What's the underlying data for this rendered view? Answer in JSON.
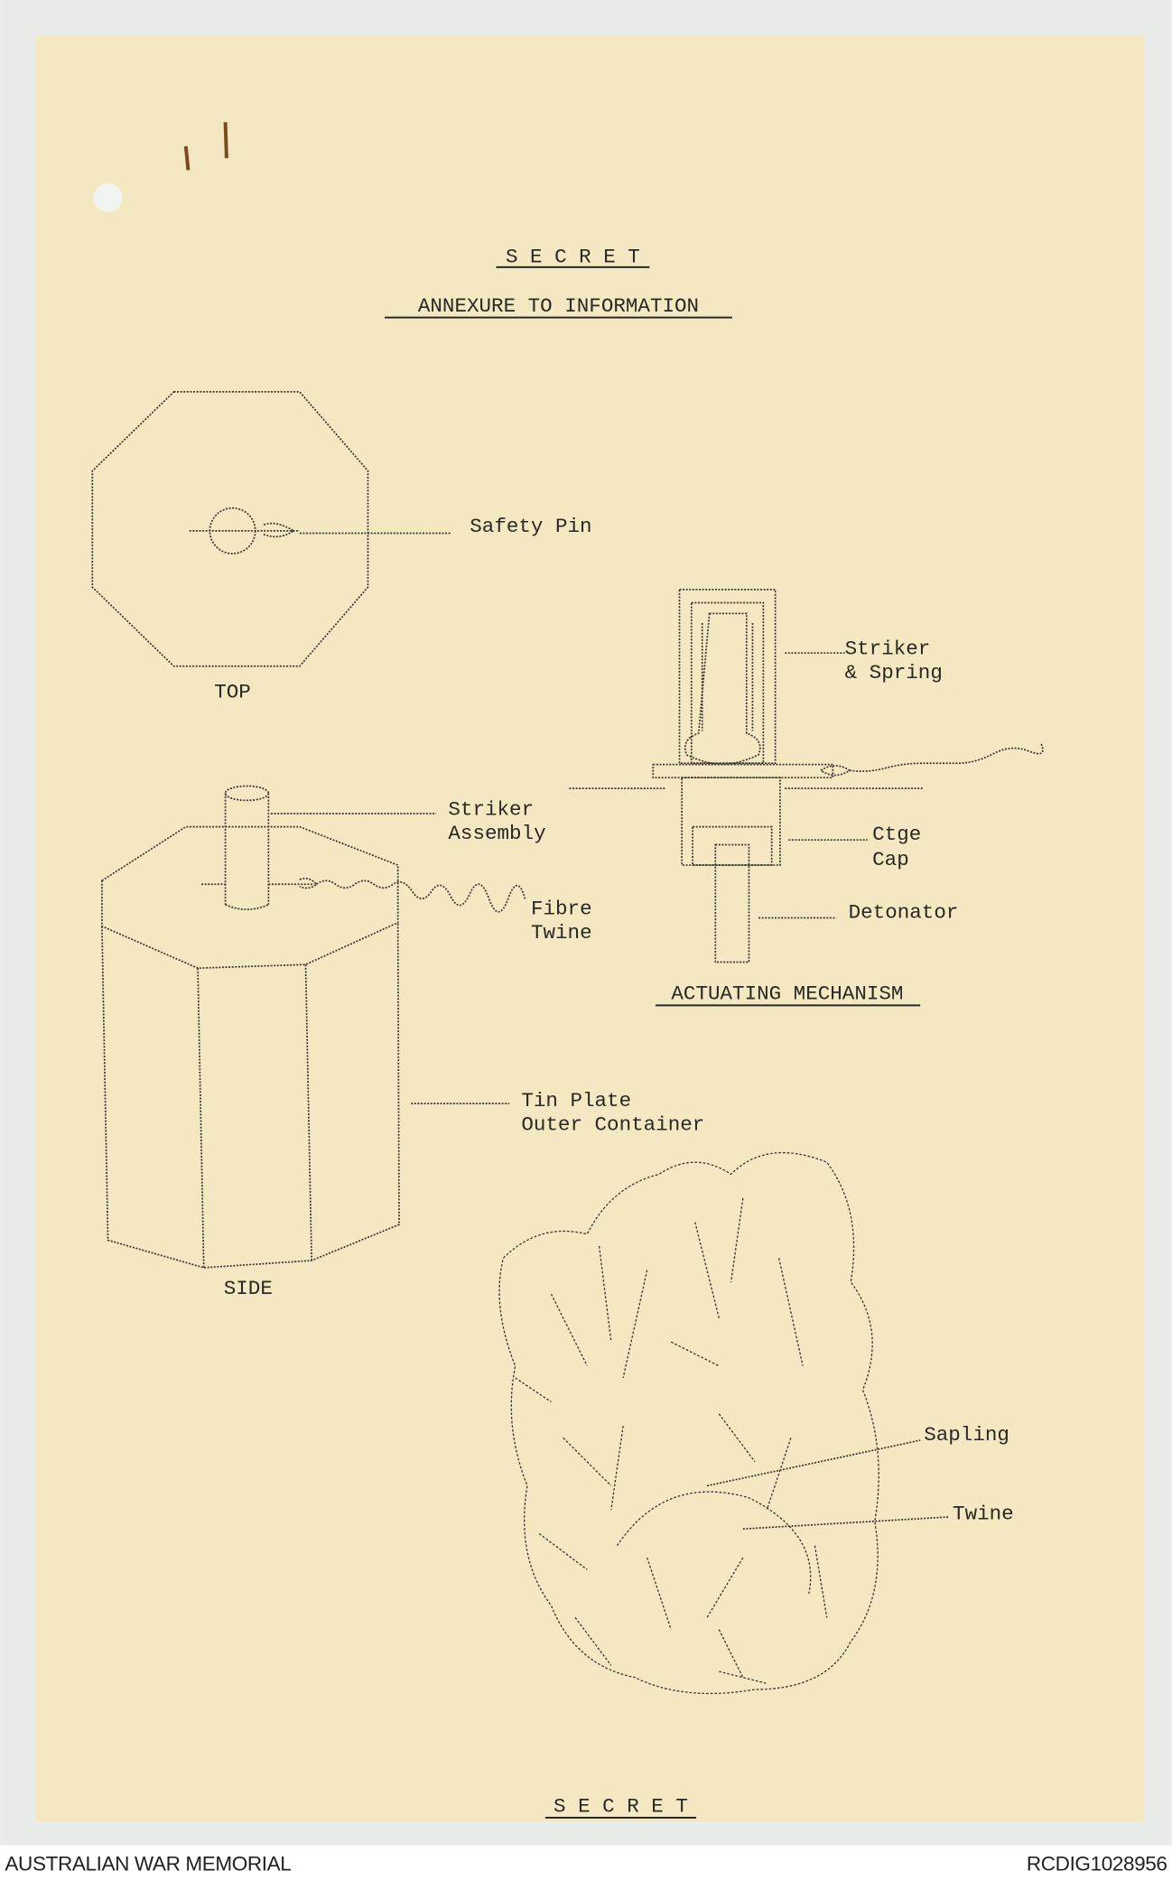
{
  "document": {
    "header_classification": "S E C R E T",
    "title": "ANNEXURE  TO  INFORMATION",
    "footer_classification": "S E C R E T"
  },
  "labels": {
    "safety_pin": "Safety Pin",
    "top": "TOP",
    "striker_spring_1": "Striker",
    "striker_spring_2": "& Spring",
    "striker_assembly_1": "Striker",
    "striker_assembly_2": "Assembly",
    "fibre_twine_1": "Fibre",
    "fibre_twine_2": "Twine",
    "ctge_cap_1": "Ctge",
    "ctge_cap_2": "Cap",
    "detonator": "Detonator",
    "actuating_mechanism": "ACTUATING MECHANISM",
    "tin_plate_1": "Tin Plate",
    "tin_plate_2": "Outer Container",
    "side": "SIDE",
    "sapling": "Sapling",
    "twine": "Twine"
  },
  "caption": {
    "left": "AUSTRALIAN WAR MEMORIAL",
    "right": "RCDIG1028956"
  },
  "colors": {
    "paper": "#f4e8c2",
    "background": "#e8ebe8",
    "ink": "#2a2824"
  }
}
